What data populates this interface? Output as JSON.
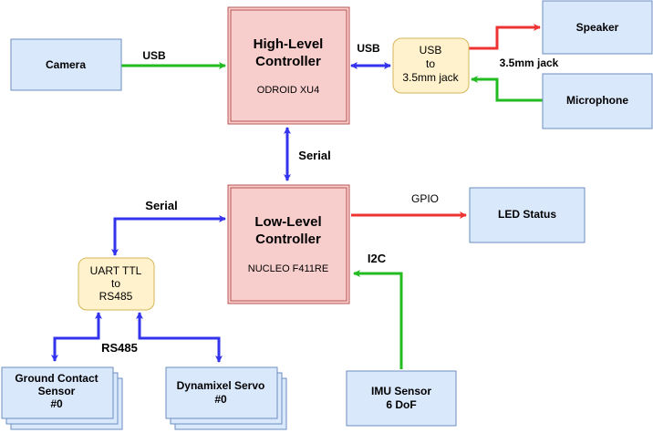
{
  "blocks": {
    "camera": {
      "label": "Camera"
    },
    "high_level": {
      "title_line1": "High-Level",
      "title_line2": "Controller",
      "subtitle": "ODROID XU4"
    },
    "usb_jack": {
      "line1": "USB",
      "line2": "to",
      "line3": "3.5mm jack"
    },
    "speaker": {
      "label": "Speaker"
    },
    "microphone": {
      "label": "Microphone"
    },
    "low_level": {
      "title_line1": "Low-Level",
      "title_line2": "Controller",
      "subtitle": "NUCLEO F411RE"
    },
    "led_status": {
      "label": "LED Status"
    },
    "uart": {
      "line1": "UART TTL",
      "line2": "to",
      "line3": "RS485"
    },
    "ground_contact": {
      "line1": "Ground Contact",
      "line2": "Sensor",
      "line3": "#0"
    },
    "dynamixel": {
      "line1": "Dynamixel Servo",
      "line2": "#0"
    },
    "imu": {
      "line1": "IMU Sensor",
      "line2": "6 DoF"
    }
  },
  "edge_labels": {
    "camera_usb": "USB",
    "hl_usb": "USB",
    "jack": "3.5mm jack",
    "serial_vertical": "Serial",
    "serial_uart": "Serial",
    "gpio": "GPIO",
    "i2c": "I2C",
    "rs485": "RS485"
  },
  "colors": {
    "blue_fill": "#dae8fc",
    "blue_stroke": "#6c8ebf",
    "red_fill": "#f8cecc",
    "red_stroke": "#b85450",
    "yellow_fill": "#fff2cc",
    "yellow_stroke": "#d6b656",
    "arrow_green": "#22bb22",
    "arrow_blue": "#3333ee",
    "arrow_red": "#ee3333"
  }
}
